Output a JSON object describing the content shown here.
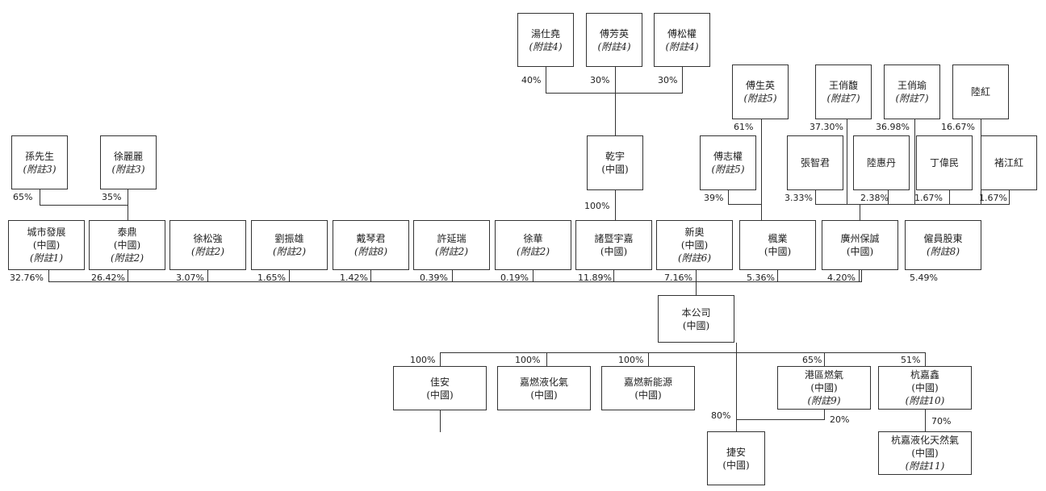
{
  "entities": {
    "tang": {
      "name": "湯仕堯",
      "note": "(附註4)"
    },
    "fu_fangying": {
      "name": "傅芳英",
      "note": "(附註4)"
    },
    "fu_songquan": {
      "name": "傅松權",
      "note": "(附註4)"
    },
    "fu_shengying": {
      "name": "傅生英",
      "note": "(附註5)"
    },
    "wang_qiaofu": {
      "name": "王俏馥",
      "note": "(附註7)"
    },
    "wang_qiaoyu": {
      "name": "王俏瑜",
      "note": "(附註7)"
    },
    "lu_hong": {
      "name": "陸紅"
    },
    "sun": {
      "name": "孫先生",
      "note": "(附註3)"
    },
    "xu_lili": {
      "name": "徐麗麗",
      "note": "(附註3)"
    },
    "qianyu": {
      "name": "乾宇",
      "sub": "(中國)"
    },
    "fu_zhiquan": {
      "name": "傅志權",
      "note": "(附註5)"
    },
    "zhang_zhijun": {
      "name": "張智君"
    },
    "lu_huidan": {
      "name": "陸惠丹"
    },
    "ding_weimin": {
      "name": "丁偉民"
    },
    "chu_jianghong": {
      "name": "褚江紅"
    },
    "city_dev": {
      "name": "城市發展",
      "sub": "(中國)",
      "note": "(附註1)"
    },
    "tai_ding": {
      "name": "泰鼎",
      "sub": "(中國)",
      "note": "(附註2)"
    },
    "xu_songqiang": {
      "name": "徐松強",
      "note": "(附註2)"
    },
    "liu_zhenxiong": {
      "name": "劉振雄",
      "note": "(附註2)"
    },
    "dai_qinjun": {
      "name": "戴琴君",
      "note": "(附註8)"
    },
    "xu_yanrui": {
      "name": "許延瑞",
      "note": "(附註2)"
    },
    "xu_hua": {
      "name": "徐華",
      "note": "(附註2)"
    },
    "zhuji_yujia": {
      "name": "諸暨宇嘉",
      "sub": "(中國)"
    },
    "xin_ao": {
      "name": "新奧",
      "sub": "(中國)",
      "note": "(附註6)"
    },
    "feng_ye": {
      "name": "楓業",
      "sub": "(中國)"
    },
    "gz_baocheng": {
      "name": "廣州保誠",
      "sub": "(中國)"
    },
    "employees": {
      "name": "僱員股東",
      "note": "(附註8)"
    },
    "company": {
      "name": "本公司",
      "sub": "(中國)"
    },
    "jiaan": {
      "name": "佳安",
      "sub": "(中國)"
    },
    "jiaran_lpg": {
      "name": "嘉燃液化氣",
      "sub": "(中國)"
    },
    "jiaran_new": {
      "name": "嘉燃新能源",
      "sub": "(中國)"
    },
    "gangqu_gas": {
      "name": "港區燃氣",
      "sub": "(中國)",
      "note": "(附註9)"
    },
    "hangjiaxin": {
      "name": "杭嘉鑫",
      "sub": "(中國)",
      "note": "(附註10)"
    },
    "jiean": {
      "name": "捷安",
      "sub": "(中國)"
    },
    "hangjia_lng": {
      "name": "杭嘉液化天然氣",
      "sub": "(中國)",
      "note": "(附註11)"
    }
  },
  "percents": {
    "tang": "40%",
    "fu_fangying": "30%",
    "fu_songquan": "30%",
    "fu_shengying": "61%",
    "fu_zhiquan": "39%",
    "wang_qiaofu": "37.30%",
    "wang_qiaoyu": "36.98%",
    "lu_hong": "16.67%",
    "zhang_zhijun": "3.33%",
    "lu_huidan": "2.38%",
    "ding_weimin": "1.67%",
    "chu_jianghong": "1.67%",
    "sun": "65%",
    "xu_lili": "35%",
    "qianyu": "100%",
    "city_dev": "32.76%",
    "tai_ding": "26.42%",
    "xu_songqiang": "3.07%",
    "liu_zhenxiong": "1.65%",
    "dai_qinjun": "1.42%",
    "xu_yanrui": "0.39%",
    "xu_hua": "0.19%",
    "zhuji_yujia": "11.89%",
    "xin_ao": "7.16%",
    "feng_ye": "5.36%",
    "gz_baocheng": "4.20%",
    "employees": "5.49%",
    "jiaan": "100%",
    "jiaran_lpg": "100%",
    "jiaran_new": "100%",
    "gangqu_gas": "65%",
    "hangjiaxin": "51%",
    "jiean_company": "80%",
    "jiean_gangqu": "20%",
    "hangjia_lng": "70%"
  }
}
